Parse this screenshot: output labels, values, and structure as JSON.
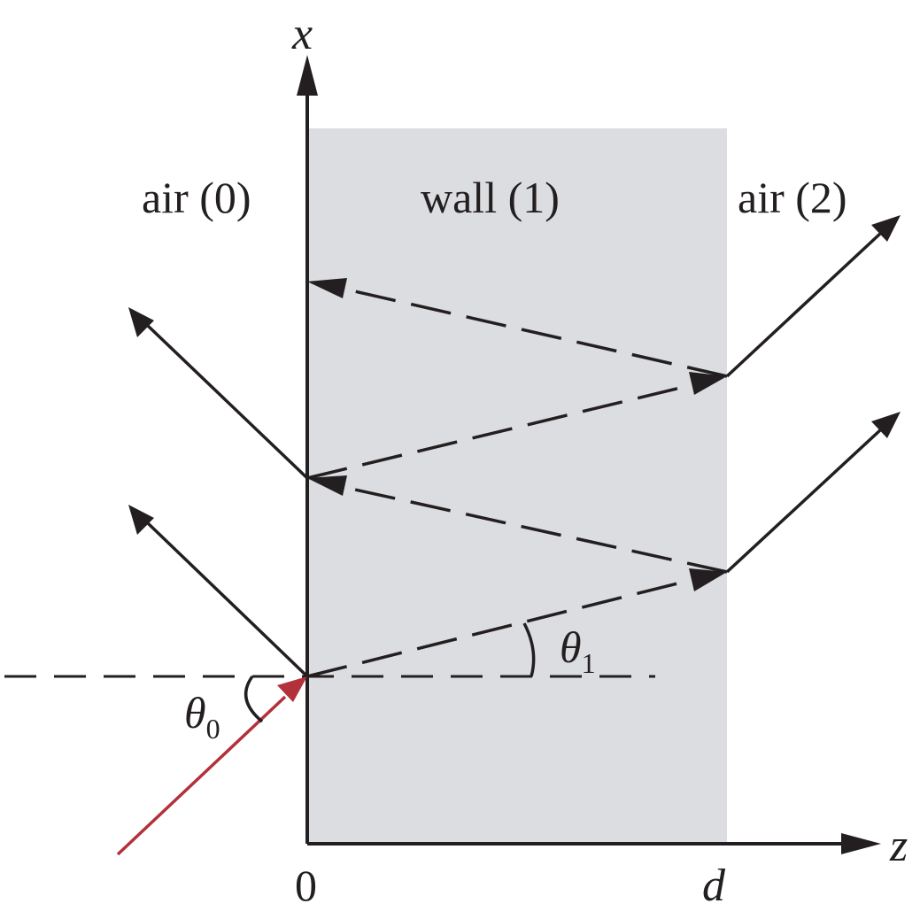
{
  "labels": {
    "x_axis": "x",
    "z_axis": "z",
    "origin": "0",
    "thickness": "d",
    "region_left": "air (0)",
    "region_middle": "wall (1)",
    "region_right": "air (2)",
    "theta": "θ",
    "theta0_sub": "0",
    "theta1_sub": "1"
  },
  "colors": {
    "wall_fill": "#dcdde0",
    "ink": "#231f20",
    "incident_ray": "#b2313a"
  }
}
